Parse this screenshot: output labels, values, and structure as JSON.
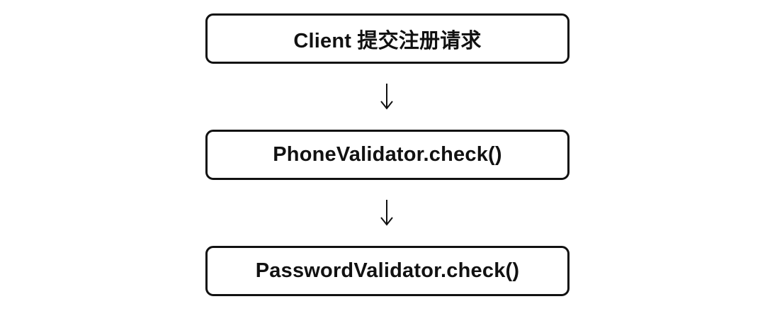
{
  "flow": {
    "steps": [
      {
        "label": "Client 提交注册请求"
      },
      {
        "label": "PhoneValidator.check()"
      },
      {
        "label": "PasswordValidator.check()"
      }
    ]
  }
}
